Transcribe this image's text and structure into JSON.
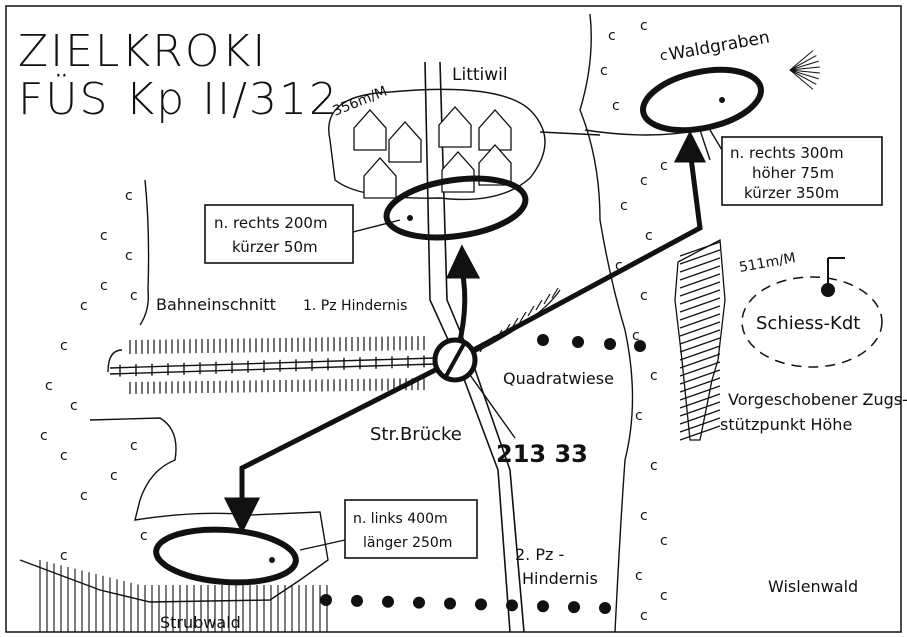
{
  "title": {
    "line1": "ZIELKROKI",
    "line2": "FÜS Kp II/312"
  },
  "places": {
    "littiwil": "Littiwil",
    "littiwil_alt": "356m/M",
    "waldgraben": "Waldgraben",
    "bahneinschnitt": "Bahneinschnitt",
    "pz_hindernis_1": "1. Pz Hindernis",
    "quadratwiese": "Quadratwiese",
    "str_bruecke": "Str.Brücke",
    "coord": "213 33",
    "pz_hindernis_2_a": "2. Pz -",
    "pz_hindernis_2_b": "Hindernis",
    "strubwald": "Strubwald",
    "wislenwald": "Wislenwald",
    "hill_alt": "511m/M",
    "schiess_kdt": "Schiess-Kdt",
    "zugs_line1": "Vorgeschobener Zugs-",
    "zugs_line2": "stützpunkt Höhe"
  },
  "targets": {
    "littiwil": {
      "line1": "n. rechts 200m",
      "line2": "kürzer 50m"
    },
    "waldgraben": {
      "line1": "n. rechts 300m",
      "line2": "höher 75m",
      "line3": "kürzer 350m"
    },
    "strubwald": {
      "line1": "n. links 400m",
      "line2": "länger 250m"
    }
  },
  "colors": {
    "ink": "#111111",
    "paper": "#ffffff"
  }
}
